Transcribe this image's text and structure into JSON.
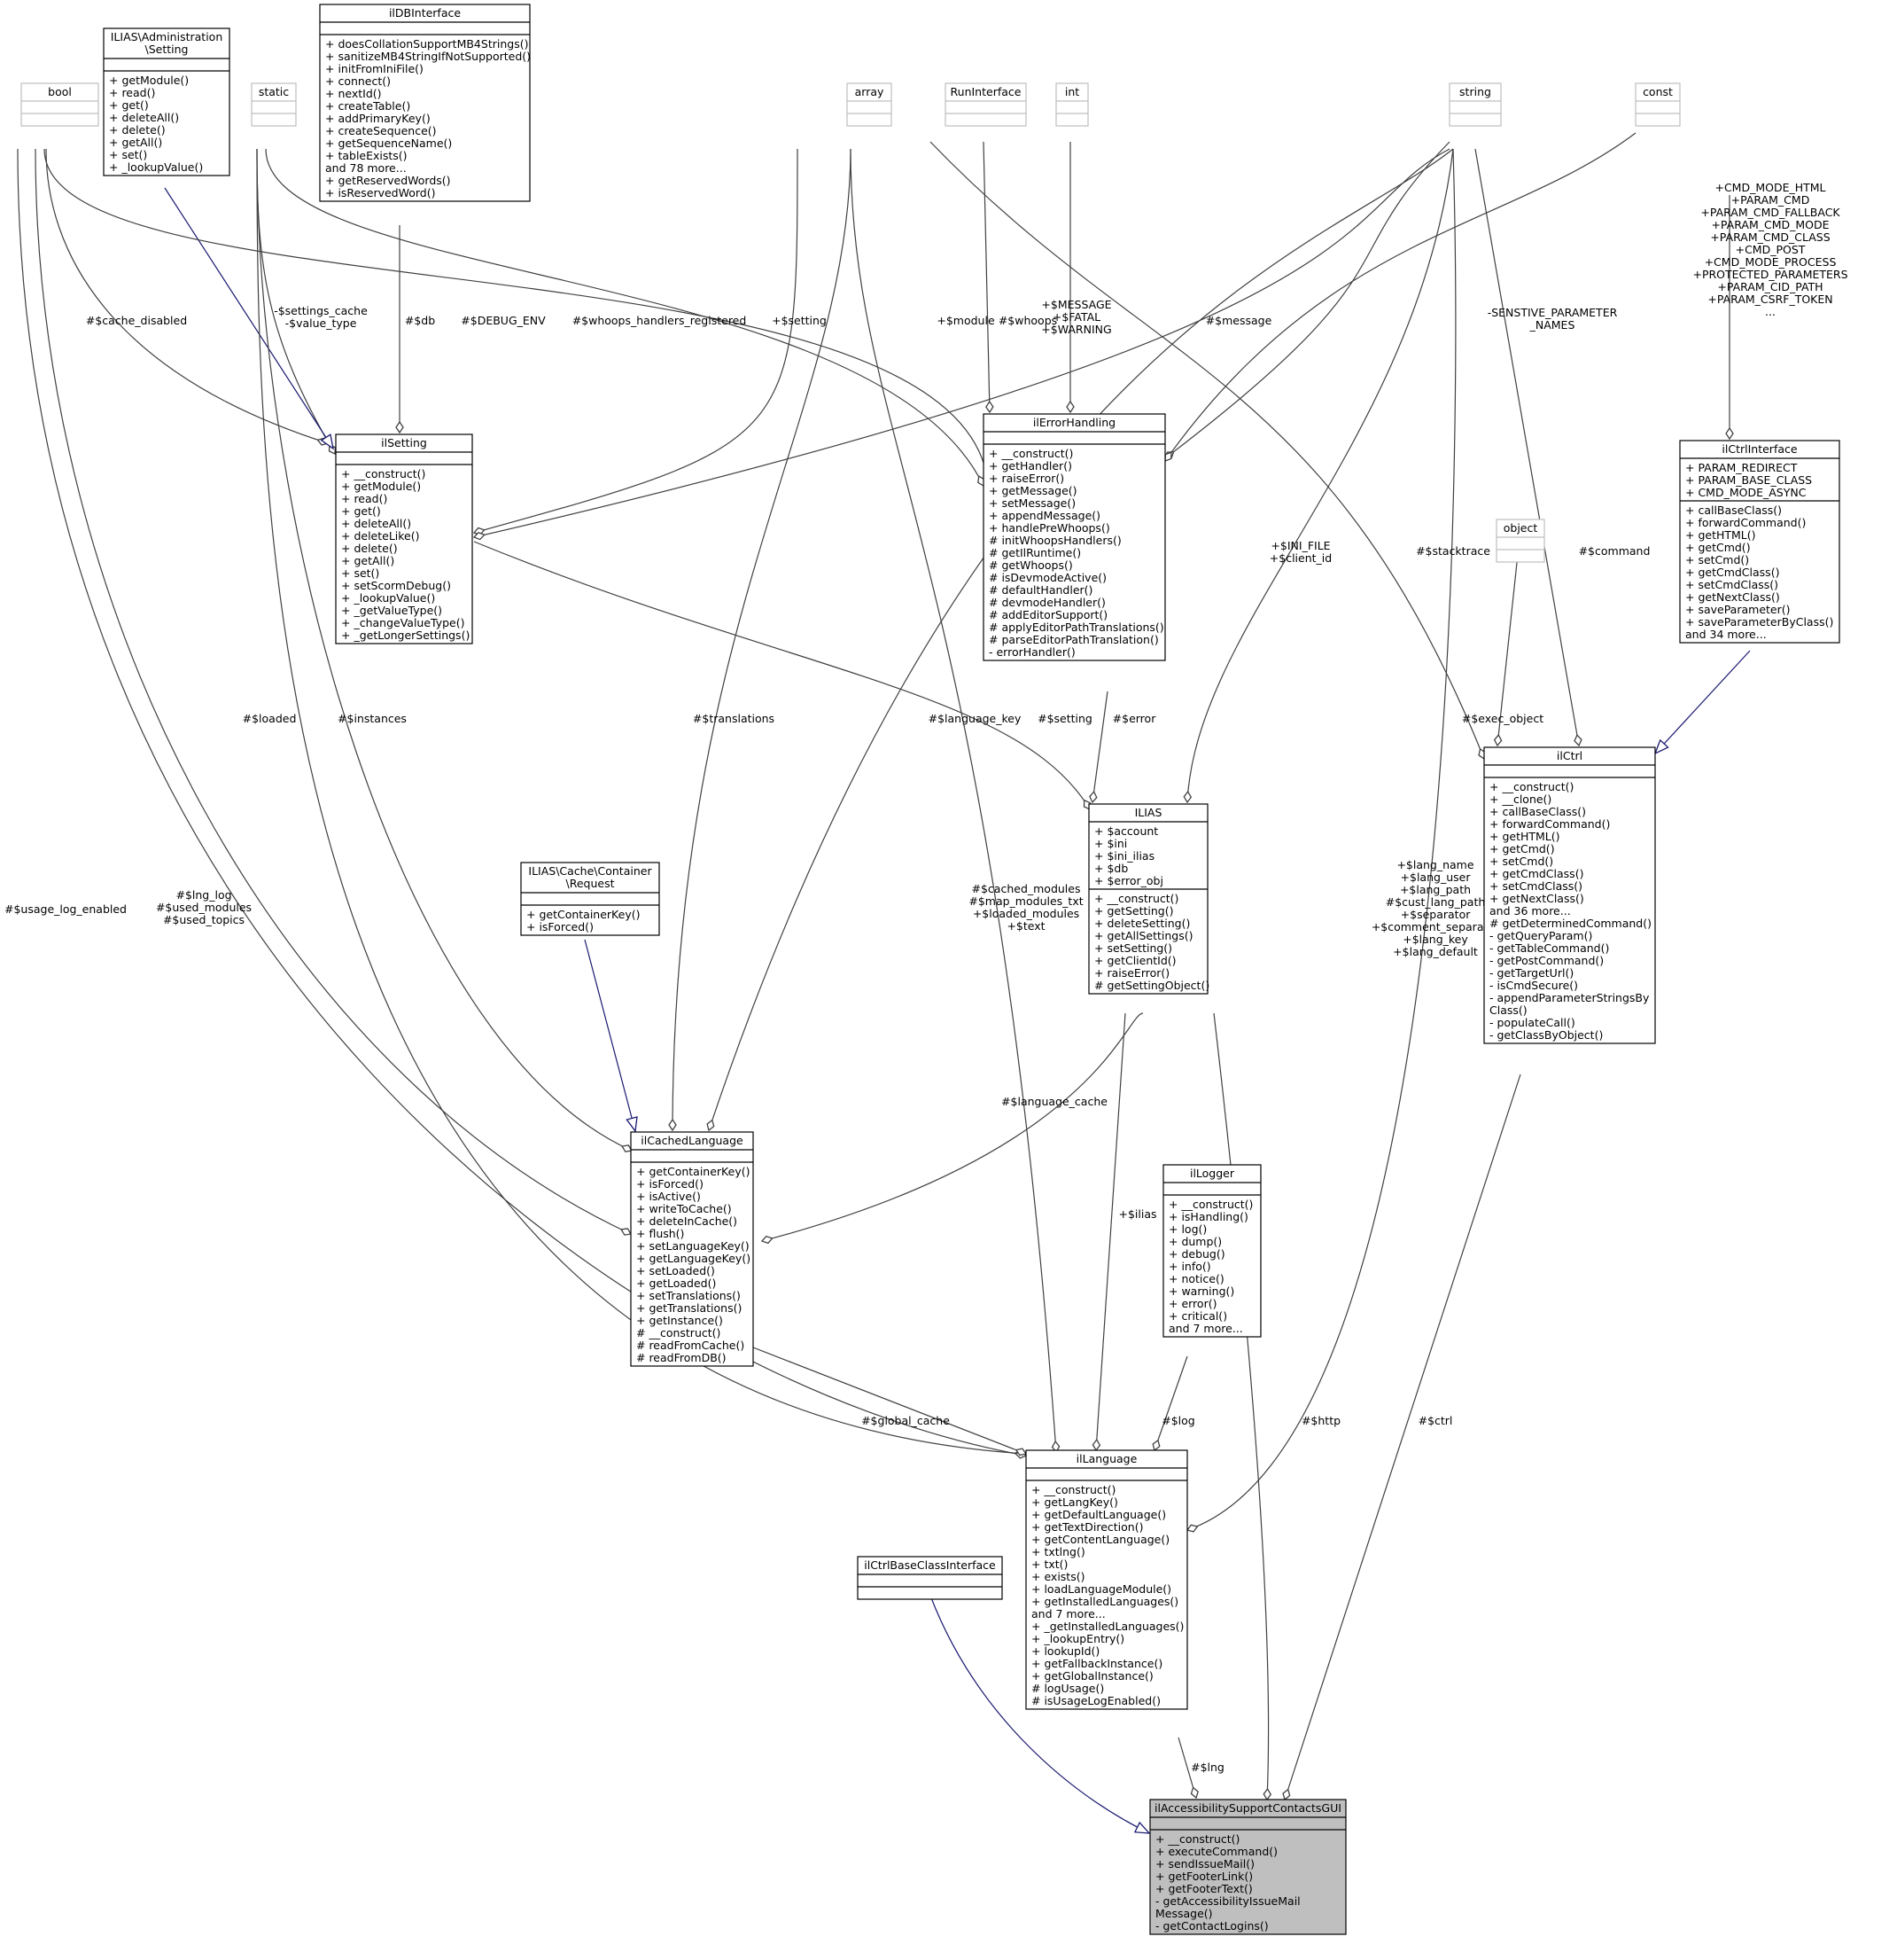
{
  "diagram": {
    "colors": {
      "background": "#ffffff",
      "box_border": "#000000",
      "builtin_border": "#bfbfbf",
      "focus_fill": "#bfbfbf",
      "edge": "#404040",
      "inheritance": "#191970"
    },
    "classes": [
      {
        "id": "bool",
        "name": [
          "bool"
        ],
        "attributes": [],
        "methods": [],
        "builtin": true
      },
      {
        "id": "setting_iface",
        "name": [
          "ILIAS\\Administration",
          "\\Setting"
        ],
        "attributes": [],
        "methods": [
          "+ getModule()",
          "+ read()",
          "+ get()",
          "+ deleteAll()",
          "+ delete()",
          "+ getAll()",
          "+ set()",
          "+ _lookupValue()"
        ]
      },
      {
        "id": "static",
        "name": [
          "static"
        ],
        "attributes": [],
        "methods": [],
        "builtin": true
      },
      {
        "id": "ildbinterface",
        "name": [
          "ilDBInterface"
        ],
        "attributes": [],
        "methods": [
          "+ doesCollationSupportMB4Strings()",
          "+ sanitizeMB4StringIfNotSupported()",
          "+ initFromIniFile()",
          "+ connect()",
          "+ nextId()",
          "+ createTable()",
          "+ addPrimaryKey()",
          "+ createSequence()",
          "+ getSequenceName()",
          "+ tableExists()",
          "and 78 more...",
          "+ getReservedWords()",
          "+ isReservedWord()"
        ]
      },
      {
        "id": "array",
        "name": [
          "array"
        ],
        "attributes": [],
        "methods": [],
        "builtin": true
      },
      {
        "id": "runinterface",
        "name": [
          "RunInterface"
        ],
        "attributes": [],
        "methods": [],
        "builtin": true
      },
      {
        "id": "int",
        "name": [
          "int"
        ],
        "attributes": [],
        "methods": [],
        "builtin": true
      },
      {
        "id": "string",
        "name": [
          "string"
        ],
        "attributes": [],
        "methods": [],
        "builtin": true
      },
      {
        "id": "const",
        "name": [
          "const"
        ],
        "attributes": [],
        "methods": [],
        "builtin": true
      },
      {
        "id": "object",
        "name": [
          "object"
        ],
        "attributes": [],
        "methods": [],
        "builtin": true
      },
      {
        "id": "ilsetting",
        "name": [
          "ilSetting"
        ],
        "attributes": [],
        "methods": [
          "+ __construct()",
          "+ getModule()",
          "+ read()",
          "+ get()",
          "+ deleteAll()",
          "+ deleteLike()",
          "+ delete()",
          "+ getAll()",
          "+ set()",
          "+ setScormDebug()",
          "+ _lookupValue()",
          "+ _getValueType()",
          "+ _changeValueType()",
          "+ _getLongerSettings()"
        ]
      },
      {
        "id": "ilerrorhandling",
        "name": [
          "ilErrorHandling"
        ],
        "attributes": [],
        "methods": [
          "+ __construct()",
          "+ getHandler()",
          "+ raiseError()",
          "+ getMessage()",
          "+ setMessage()",
          "+ appendMessage()",
          "+ handlePreWhoops()",
          "# initWhoopsHandlers()",
          "# getIlRuntime()",
          "# getWhoops()",
          "# isDevmodeActive()",
          "# defaultHandler()",
          "# devmodeHandler()",
          "# addEditorSupport()",
          "# applyEditorPathTranslations()",
          "# parseEditorPathTranslation()",
          "- errorHandler()"
        ]
      },
      {
        "id": "ilctrlinterface",
        "name": [
          "ilCtrlInterface"
        ],
        "attributes": [
          "+ PARAM_REDIRECT",
          "+ PARAM_BASE_CLASS",
          "+ CMD_MODE_ASYNC"
        ],
        "methods": [
          "+ callBaseClass()",
          "+ forwardCommand()",
          "+ getHTML()",
          "+ getCmd()",
          "+ setCmd()",
          "+ getCmdClass()",
          "+ setCmdClass()",
          "+ getNextClass()",
          "+ saveParameter()",
          "+ saveParameterByClass()",
          "and 34 more..."
        ]
      },
      {
        "id": "ilias",
        "name": [
          "ILIAS"
        ],
        "attributes": [
          "+ $account",
          "+ $ini",
          "+ $ini_ilias",
          "+ $db",
          "+ $error_obj"
        ],
        "methods": [
          "+ __construct()",
          "+ getSetting()",
          "+ deleteSetting()",
          "+ getAllSettings()",
          "+ setSetting()",
          "+ getClientId()",
          "+ raiseError()",
          "# getSettingObject()"
        ]
      },
      {
        "id": "ilctrl",
        "name": [
          "ilCtrl"
        ],
        "attributes": [],
        "methods": [
          "+ __construct()",
          "+ __clone()",
          "+ callBaseClass()",
          "+ forwardCommand()",
          "+ getHTML()",
          "+ getCmd()",
          "+ setCmd()",
          "+ getCmdClass()",
          "+ setCmdClass()",
          "+ getNextClass()",
          "and 36 more...",
          "# getDeterminedCommand()",
          "- getQueryParam()",
          "- getTableCommand()",
          "- getPostCommand()",
          "- getTargetUrl()",
          "- isCmdSecure()",
          "- appendParameterStringsBy",
          "Class()",
          "- populateCall()",
          "- getClassByObject()"
        ]
      },
      {
        "id": "cache_request",
        "name": [
          "ILIAS\\Cache\\Container",
          "\\Request"
        ],
        "attributes": [],
        "methods": [
          "+ getContainerKey()",
          "+ isForced()"
        ]
      },
      {
        "id": "ilcachedlanguage",
        "name": [
          "ilCachedLanguage"
        ],
        "attributes": [],
        "methods": [
          "+ getContainerKey()",
          "+ isForced()",
          "+ isActive()",
          "+ writeToCache()",
          "+ deleteInCache()",
          "+ flush()",
          "+ setLanguageKey()",
          "+ getLanguageKey()",
          "+ setLoaded()",
          "+ getLoaded()",
          "+ setTranslations()",
          "+ getTranslations()",
          "+ getInstance()",
          "# __construct()",
          "# readFromCache()",
          "# readFromDB()"
        ]
      },
      {
        "id": "illogger",
        "name": [
          "ilLogger"
        ],
        "attributes": [],
        "methods": [
          "+ __construct()",
          "+ isHandling()",
          "+ log()",
          "+ dump()",
          "+ debug()",
          "+ info()",
          "+ notice()",
          "+ warning()",
          "+ error()",
          "+ critical()",
          "and 7 more..."
        ]
      },
      {
        "id": "illanguage",
        "name": [
          "ilLanguage"
        ],
        "attributes": [],
        "methods": [
          "+ __construct()",
          "+ getLangKey()",
          "+ getDefaultLanguage()",
          "+ getTextDirection()",
          "+ getContentLanguage()",
          "+ txtlng()",
          "+ txt()",
          "+ exists()",
          "+ loadLanguageModule()",
          "+ getInstalledLanguages()",
          "and 7 more...",
          "+ _getInstalledLanguages()",
          "+ _lookupEntry()",
          "+ lookupId()",
          "+ getFallbackInstance()",
          "+ getGlobalInstance()",
          "# logUsage()",
          "# isUsageLogEnabled()"
        ]
      },
      {
        "id": "ilctrlbaseclassinterface",
        "name": [
          "ilCtrlBaseClassInterface"
        ],
        "attributes": [],
        "methods": []
      },
      {
        "id": "focus",
        "name": [
          "ilAccessibilitySupportContactsGUI"
        ],
        "attributes": [],
        "methods": [
          "+ __construct()",
          "+ executeCommand()",
          "+ sendIssueMail()",
          "+ getFooterLink()",
          "+ getFooterText()",
          "- getAccessibilityIssueMail",
          "Message()",
          "- getContactLogins()"
        ],
        "focus": true
      }
    ],
    "edge_labels": [
      {
        "id": "cache_disabled",
        "lines": [
          "#$cache_disabled"
        ]
      },
      {
        "id": "settings_cache",
        "lines": [
          "-$settings_cache",
          "-$value_type"
        ]
      },
      {
        "id": "db",
        "lines": [
          "#$db"
        ]
      },
      {
        "id": "debug_env",
        "lines": [
          "#$DEBUG_ENV"
        ]
      },
      {
        "id": "whoops_registered",
        "lines": [
          "#$whoops_handlers_registered"
        ]
      },
      {
        "id": "setting_plus",
        "lines": [
          "+$setting"
        ]
      },
      {
        "id": "module",
        "lines": [
          "+$module"
        ]
      },
      {
        "id": "whoops",
        "lines": [
          "#$whoops"
        ]
      },
      {
        "id": "message_consts",
        "lines": [
          "+$MESSAGE",
          "+$FATAL",
          "+$WARNING"
        ]
      },
      {
        "id": "message",
        "lines": [
          "#$message"
        ]
      },
      {
        "id": "sensitive",
        "lines": [
          "-SENSTIVE_PARAMETER",
          "_NAMES"
        ]
      },
      {
        "id": "ctrl_consts",
        "lines": [
          "+CMD_MODE_HTML",
          "+PARAM_CMD",
          "+PARAM_CMD_FALLBACK",
          "+PARAM_CMD_MODE",
          "+PARAM_CMD_CLASS",
          "+CMD_POST",
          "+CMD_MODE_PROCESS",
          "+PROTECTED_PARAMETERS",
          "+PARAM_CID_PATH",
          "+PARAM_CSRF_TOKEN",
          "..."
        ]
      },
      {
        "id": "ini_file",
        "lines": [
          "+$INI_FILE",
          "+$client_id"
        ]
      },
      {
        "id": "stacktrace",
        "lines": [
          "#$stacktrace"
        ]
      },
      {
        "id": "command",
        "lines": [
          "#$command"
        ]
      },
      {
        "id": "loaded",
        "lines": [
          "#$loaded"
        ]
      },
      {
        "id": "instances",
        "lines": [
          "#$instances"
        ]
      },
      {
        "id": "translations",
        "lines": [
          "#$translations"
        ]
      },
      {
        "id": "language_key",
        "lines": [
          "#$language_key"
        ]
      },
      {
        "id": "setting_hash",
        "lines": [
          "#$setting"
        ]
      },
      {
        "id": "error",
        "lines": [
          "#$error"
        ]
      },
      {
        "id": "exec_object",
        "lines": [
          "#$exec_object"
        ]
      },
      {
        "id": "usage_log",
        "lines": [
          "#$usage_log_enabled"
        ]
      },
      {
        "id": "lng_log",
        "lines": [
          "#$lng_log",
          "#$used_modules",
          "#$used_topics"
        ]
      },
      {
        "id": "cached_modules",
        "lines": [
          "#$cached_modules",
          "#$map_modules_txt",
          "+$loaded_modules",
          "+$text"
        ]
      },
      {
        "id": "lang_name",
        "lines": [
          "+$lang_name",
          "+$lang_user",
          "+$lang_path",
          "#$cust_lang_path",
          "+$separator",
          "+$comment_separator",
          "+$lang_key",
          "+$lang_default"
        ]
      },
      {
        "id": "language_cache",
        "lines": [
          "#$language_cache"
        ]
      },
      {
        "id": "ilias_ref",
        "lines": [
          "+$ilias"
        ]
      },
      {
        "id": "global_cache",
        "lines": [
          "#$global_cache"
        ]
      },
      {
        "id": "log",
        "lines": [
          "#$log"
        ]
      },
      {
        "id": "http",
        "lines": [
          "#$http"
        ]
      },
      {
        "id": "ctrl",
        "lines": [
          "#$ctrl"
        ]
      },
      {
        "id": "lng",
        "lines": [
          "#$lng"
        ]
      }
    ]
  }
}
